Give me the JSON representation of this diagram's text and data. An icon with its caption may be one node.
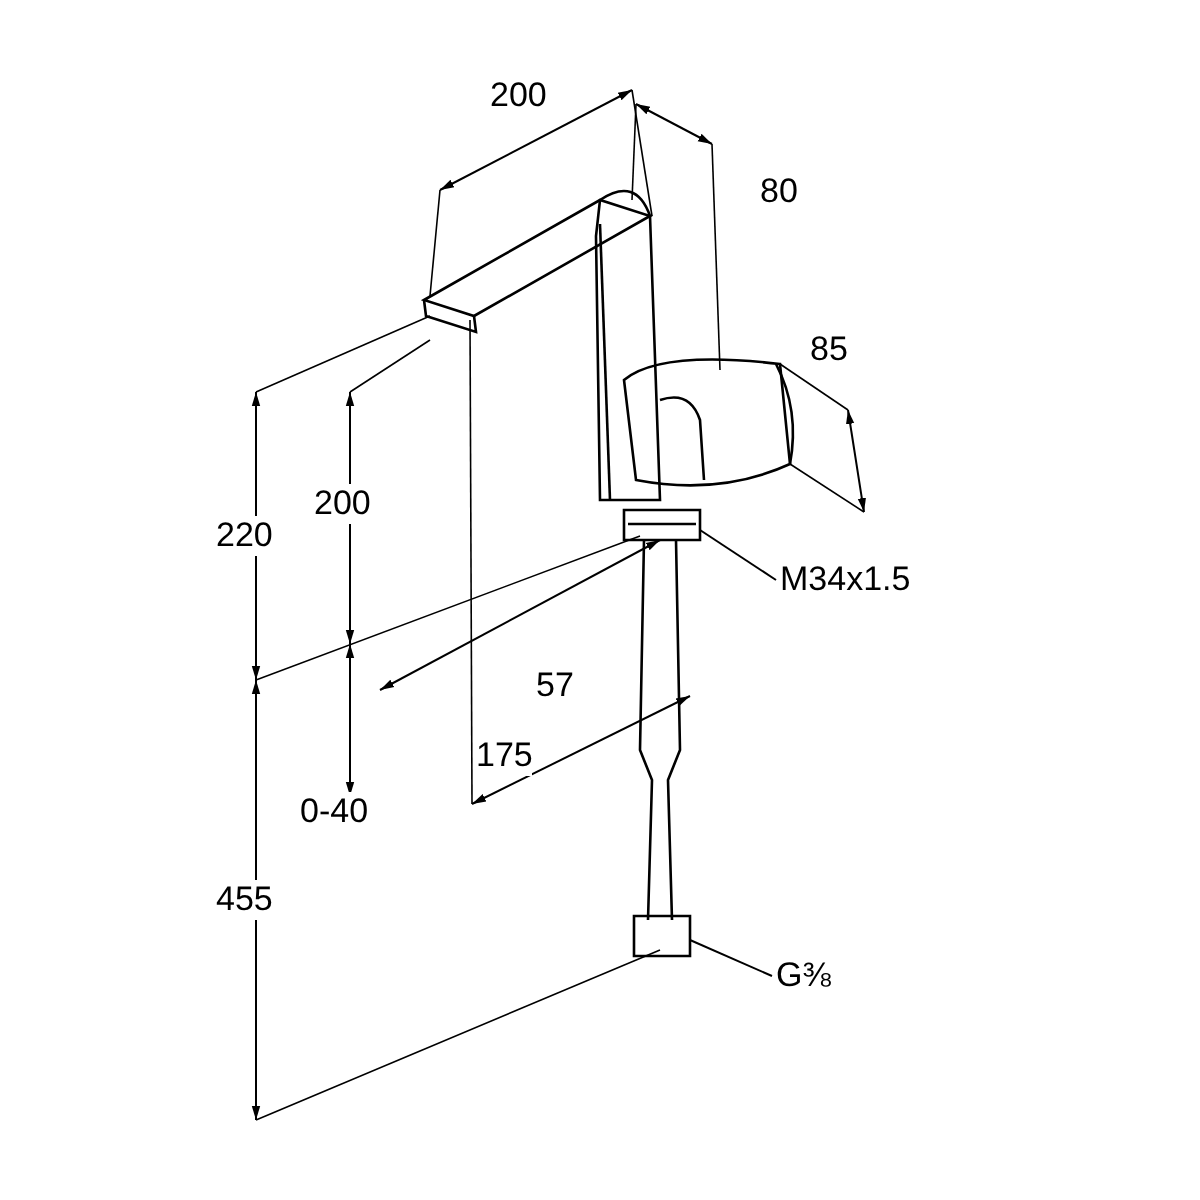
{
  "diagram": {
    "nodes": [
      {
        "text": [
          "M34x1.5"
        ]
      },
      {
        "text": [
          "G⅜"
        ]
      }
    ],
    "edges": [
      {
        "from": 0,
        "to": null,
        "arrow": "none"
      },
      {
        "from": 1,
        "to": null,
        "arrow": "none"
      }
    ],
    "labels": [
      "200",
      "80",
      "85",
      "220",
      "200",
      "57",
      "175",
      "0-40",
      "455"
    ]
  }
}
